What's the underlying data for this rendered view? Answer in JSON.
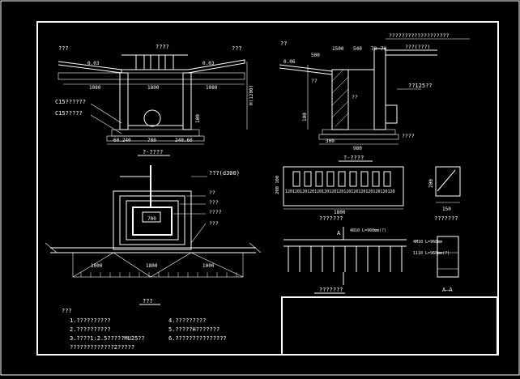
{
  "drawing": {
    "title_block": "",
    "view1": {
      "label_top_left": "???",
      "label_top_mid": "????",
      "label_top_right": "???",
      "slope_left": "0.03",
      "slope_right": "0.03",
      "dims_bottom": [
        "1080",
        "1800",
        "1080"
      ],
      "vertical_dim": "H(1200)",
      "layer1": "C15??????",
      "layer2": "C15?????",
      "dim_small": "100",
      "dims_base": [
        "60.240",
        "700",
        "240.60"
      ],
      "caption": "?-????"
    },
    "view2": {
      "label_left": "??",
      "label_top": "???????????????????",
      "dims_top": [
        "1500",
        "540",
        "70",
        "70"
      ],
      "slope": "0.06",
      "dim_500": "500",
      "label_pipe": "???(???)",
      "label_mid_left": "??",
      "label_hollow": "??",
      "label_d125": "??125??",
      "dim_left": "100",
      "dims_bottom": [
        "300",
        "980"
      ],
      "label_bottom_right": "????",
      "caption": "?-????"
    },
    "view3": {
      "label_pipe": "???(d300)",
      "labels_right": [
        "??",
        "???",
        "????",
        "???"
      ],
      "dim_inner": "700",
      "dims_bottom": [
        "1000",
        "1800",
        "1000"
      ],
      "caption": "???"
    },
    "view4": {
      "dim_left": "200 100",
      "dims": [
        "120",
        "120",
        "120",
        "120",
        "120",
        "120",
        "120",
        "120",
        "120",
        "120",
        "120",
        "120",
        "120",
        "120",
        "120"
      ],
      "total": "1800",
      "caption": "???????"
    },
    "view5": {
      "dim_side": "200",
      "dim_bottom": "150",
      "caption": "???????"
    },
    "view6": {
      "mark_a": "A",
      "note1": "4810 L=960mm(?)",
      "note2": "4M10 L=960mm",
      "note3": "1110 L=960mm(?)",
      "caption": "???????",
      "section_label": "A—A"
    },
    "notes": {
      "heading": "???",
      "items": [
        "1.??????????",
        "2.??????????",
        "3.????1:2.5?????MU25??",
        "   ?????????????2?????",
        "4.?????????",
        "5.?????H???????",
        "6.???????????????"
      ]
    }
  }
}
